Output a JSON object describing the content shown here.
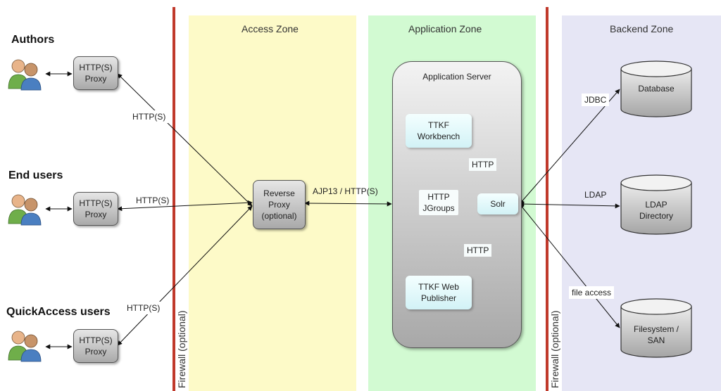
{
  "zones": {
    "access": "Access Zone",
    "application": "Application Zone",
    "backend": "Backend Zone"
  },
  "firewalls": {
    "left": "Firewall (optional)",
    "right": "Firewall (optional)"
  },
  "user_groups": {
    "authors": "Authors",
    "end_users": "End users",
    "quickaccess": "QuickAccess users"
  },
  "proxy": {
    "line1": "HTTP(S)",
    "line2": "Proxy"
  },
  "reverse_proxy": {
    "line1": "Reverse",
    "line2": "Proxy",
    "line3": "(optional)"
  },
  "application_server": {
    "title": "Application Server",
    "workbench": [
      "TTKF",
      "Workbench"
    ],
    "webpublisher": [
      "TTKF Web",
      "Publisher"
    ],
    "solr": "Solr",
    "jgroups": [
      "HTTP",
      "JGroups"
    ],
    "http_top": "HTTP",
    "http_bottom": "HTTP"
  },
  "backend": {
    "database": "Database",
    "ldap": [
      "LDAP",
      "Directory"
    ],
    "filesystem": [
      "Filesystem /",
      "SAN"
    ]
  },
  "connections": {
    "authors_http": "HTTP(S)",
    "endusers_http": "HTTP(S)",
    "quickaccess_http": "HTTP(S)",
    "ajp": "AJP13 / HTTP(S)",
    "jdbc": "JDBC",
    "ldap": "LDAP",
    "file": "file access"
  },
  "colors": {
    "access_zone": "#fdfac8",
    "application_zone": "#d2fad2",
    "backend_zone": "#e6e6f5",
    "firewall": "#c0392b"
  }
}
